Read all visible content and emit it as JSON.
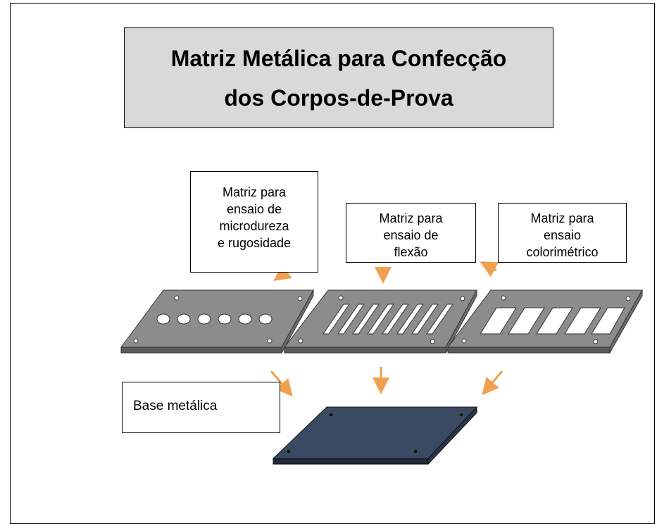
{
  "title": {
    "line1": "Matriz Metálica para Confecção",
    "line2": "dos Corpos-de-Prova"
  },
  "labels": {
    "microdureza": [
      "Matriz para",
      "ensaio de",
      "microdureza",
      "e rugosidade"
    ],
    "flexao": [
      "Matriz para",
      "ensaio de",
      "flexão"
    ],
    "colorimetrico": [
      "Matriz para",
      "ensaio",
      "colorimétrico"
    ],
    "base": "Base metálica"
  },
  "colors": {
    "plate_top": "#8c8c8c",
    "plate_side": "#5a5a5a",
    "base_top": "#3b4a63",
    "base_side": "#1f2836",
    "arrow": "#f0a050",
    "title_bg": "#d9d9d9"
  }
}
